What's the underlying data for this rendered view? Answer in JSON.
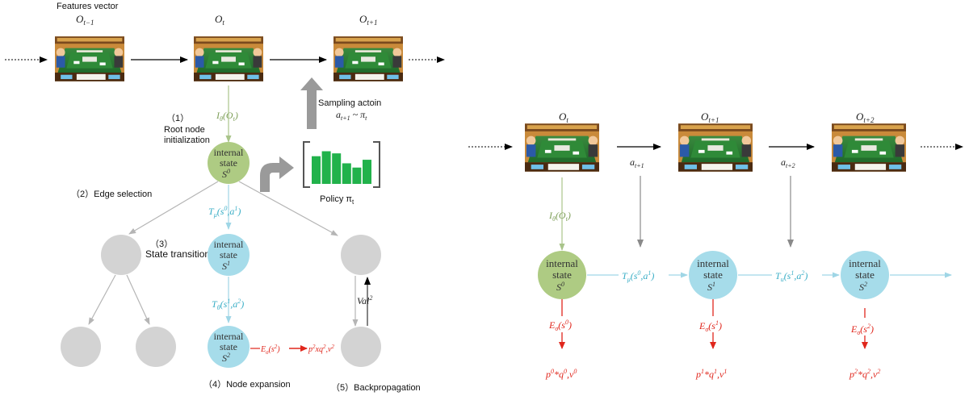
{
  "colors": {
    "green_node": "#aecb83",
    "blue_node": "#a6dcea",
    "gray_node": "#d3d3d3",
    "green_arrow": "#a9c48a",
    "blue_arrow": "#9fd6e6",
    "red": "#e0261c",
    "gray_arrow": "#8a8a8a",
    "black": "#000000",
    "policy_bar": "#21b24b"
  },
  "left": {
    "features_vector": "Features vector",
    "obs_prev": "O",
    "obs_prev_sub": "t−1",
    "obs_cur": "O",
    "obs_cur_sub": "t",
    "obs_next": "O",
    "obs_next_sub": "t+1",
    "step1_num": "（1）",
    "step1_line1": "Root node",
    "step1_line2": "initialization",
    "init_fn": "I",
    "init_fn_rest": "(O",
    "init_fn_sub": "θ",
    "init_fn_obs_sub": "t",
    "init_fn_close": ")",
    "sampling_label": "Sampling actoin",
    "sampling_formula": "a",
    "sampling_formula_sub": "t+1",
    "sampling_formula_rest": " ~ π",
    "sampling_formula_pi_sub": "t",
    "policy_label": "Policy π",
    "policy_sub": "t",
    "policy_bars": [
      0.78,
      0.92,
      0.86,
      0.58,
      0.46,
      0.68
    ],
    "root_line1": "internal",
    "root_line2": "state",
    "root_sym": "S",
    "root_sup": "0",
    "step2": "（2）Edge selection",
    "step3_num": "（3）",
    "step3_text": "State transition",
    "trans1": "T",
    "trans1_sub": "μ",
    "trans1_rest": "(s",
    "trans1_sup1": "0",
    "trans1_mid": ",a",
    "trans1_sup2": "1",
    "trans1_close": ")",
    "node1_line1": "internal",
    "node1_line2": "state",
    "node1_sym": "S",
    "node1_sup": "1",
    "trans2": "T",
    "trans2_sub": "θ",
    "trans2_rest": "(s",
    "trans2_sup1": "1",
    "trans2_mid": ",a",
    "trans2_sup2": "2",
    "trans2_close": ")",
    "node2_line1": "internal",
    "node2_line2": "state",
    "node2_sym": "S",
    "node2_sup": "2",
    "expand_fn": "E",
    "expand_sub": "σ",
    "expand_rest": "(s",
    "expand_sup": "2",
    "expand_close": ")",
    "expand_out": "p",
    "expand_out_sup1": "2",
    "expand_out_mid": "xq",
    "expand_out_sup2": "2",
    "expand_out_mid2": ",v",
    "expand_out_sup3": "2",
    "step4": "（4）Node expansion",
    "val_label": "Val",
    "val_sup": "2",
    "step5": "（5）Backpropagation"
  },
  "right": {
    "obs1": "O",
    "obs1_sub": "t",
    "obs2": "O",
    "obs2_sub": "t+1",
    "obs3": "O",
    "obs3_sub": "t+2",
    "act1": "a",
    "act1_sub": "t+1",
    "act2": "a",
    "act2_sub": "t+2",
    "init_fn": "I",
    "init_fn_sub": "θ",
    "init_fn_rest": "(O",
    "init_fn_obs_sub": "t",
    "init_fn_close": ")",
    "n0_line1": "internal",
    "n0_line2": "state",
    "n0_sym": "S",
    "n0_sup": "0",
    "n1_line1": "internal",
    "n1_line2": "state",
    "n1_sym": "S",
    "n1_sup": "1",
    "n2_line1": "internal",
    "n2_line2": "state",
    "n2_sym": "S",
    "n2_sup": "2",
    "t1": "T",
    "t1_sub": "μ",
    "t1_rest": "(s",
    "t1_sup1": "0",
    "t1_mid": ",a",
    "t1_sup2": "1",
    "t1_close": ")",
    "t2": "T",
    "t2_sub": "u",
    "t2_rest": "(s",
    "t2_sup1": "1",
    "t2_mid": ",a",
    "t2_sup2": "2",
    "t2_close": ")",
    "e0": "E",
    "e0_sub": "σ",
    "e0_rest": "(s",
    "e0_sup": "0",
    "e0_close": ")",
    "e1": "E",
    "e1_sub": "σ",
    "e1_rest": "(s",
    "e1_sup": "1",
    "e1_close": ")",
    "e2": "E",
    "e2_sub": "σ",
    "e2_rest": "(s",
    "e2_sup": "2",
    "e2_close": ")",
    "o0": "p",
    "o0_sup1": "0",
    "o0_mid": "*q",
    "o0_sup2": "0",
    "o0_mid2": ",v",
    "o0_sup3": "0",
    "o1": "p",
    "o1_sup1": "1",
    "o1_mid": "*q",
    "o1_sup2": "1",
    "o1_mid2": ",v",
    "o1_sup3": "1",
    "o2": "p",
    "o2_sup1": "2",
    "o2_mid": "*q",
    "o2_sup2": "2",
    "o2_mid2": ",v",
    "o2_sup3": "2"
  }
}
